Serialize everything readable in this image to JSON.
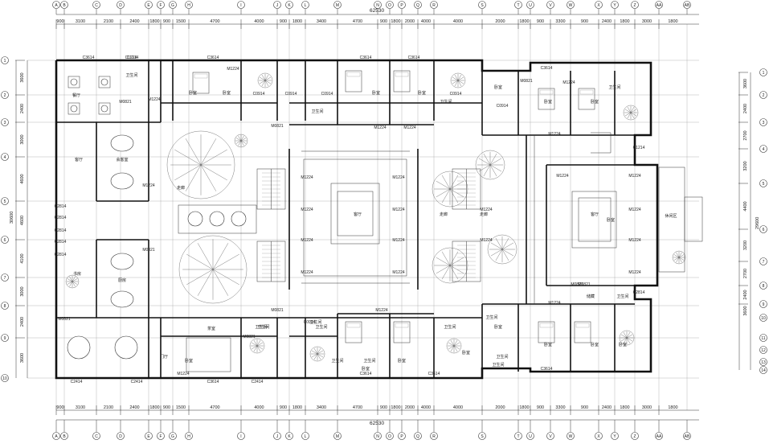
{
  "total_dim": "62530",
  "left_total": "30600",
  "right_total": "29600",
  "dims_top": [
    "900",
    "3100",
    "2100",
    "2400",
    "1800",
    "900",
    "1500",
    "4700",
    "4000",
    "900",
    "1800",
    "3400",
    "4700",
    "900",
    "1800",
    "2000",
    "4000",
    "4000",
    "2000",
    "1800",
    "900",
    "3300",
    "900",
    "2400",
    "1800",
    "3000",
    "1800"
  ],
  "dims_bottom": [
    "900",
    "3100",
    "2100",
    "2400",
    "1800",
    "900",
    "1500",
    "4700",
    "4000",
    "900",
    "1800",
    "3400",
    "4700",
    "900",
    "1800",
    "2000",
    "4000",
    "4000",
    "2000",
    "1800",
    "900",
    "3300",
    "900",
    "2400",
    "1800",
    "3000",
    "1800"
  ],
  "dims_left": [
    "3600",
    "2400",
    "3000",
    "4600",
    "4600",
    "4100",
    "3000",
    "2400",
    "3600"
  ],
  "dims_right": [
    "3600",
    "2400",
    "2700",
    "3200",
    "4400",
    "3200",
    "2700",
    "2400",
    "3600"
  ],
  "grid_top": [
    "A",
    "B",
    "C",
    "D",
    "E",
    "F",
    "G",
    "H",
    "I",
    "J",
    "K",
    "L",
    "M",
    "N",
    "O",
    "P",
    "Q",
    "R",
    "S",
    "T",
    "U",
    "V",
    "W",
    "X",
    "Y",
    "Z",
    "AA",
    "AB"
  ],
  "grid_bottom": [
    "A",
    "B",
    "C",
    "D",
    "E",
    "F",
    "G",
    "H",
    "I",
    "J",
    "K",
    "L",
    "M",
    "N",
    "O",
    "P",
    "Q",
    "R",
    "S",
    "T",
    "U",
    "V",
    "W",
    "X",
    "Y",
    "Z",
    "AA",
    "AB"
  ],
  "grid_left": [
    "1",
    "2",
    "3",
    "4",
    "5",
    "6",
    "7",
    "8",
    "9",
    "10"
  ],
  "grid_right": [
    "1",
    "2",
    "3",
    "4",
    "5",
    "6",
    "7",
    "8",
    "9",
    "10",
    "11",
    "12",
    "13",
    "14"
  ],
  "windows": [
    "C3614",
    "C1214",
    "C3614",
    "C3614",
    "C3614",
    "C3614",
    "C0914",
    "C0914",
    "C0914",
    "C0914",
    "C0914",
    "C0914",
    "C2414",
    "C2414",
    "C3614",
    "C2414",
    "C3614",
    "C3614",
    "C3614",
    "C1214",
    "C1214",
    "C2814",
    "C2814",
    "C2814",
    "C2814",
    "C2814",
    "C2814"
  ],
  "doors": [
    "M0821",
    "M1224",
    "M1224",
    "M0821",
    "M1224",
    "M1224",
    "M1224",
    "M1224",
    "M1224",
    "M1224",
    "M1224",
    "M1224",
    "M1224",
    "M1224",
    "M1224",
    "M1224",
    "M0821",
    "M1224",
    "M1224",
    "M1224",
    "M0821",
    "M1224",
    "M1224",
    "M1224",
    "M1224",
    "M0821",
    "M1224",
    "M1224",
    "M0821",
    "M0821",
    "M1224",
    "M1224",
    "M0821",
    "M0821"
  ],
  "rooms": [
    "卫生间",
    "卧室",
    "卧室",
    "卫生间",
    "卧室",
    "卧室",
    "卫生间",
    "卧室",
    "卧室",
    "卫生间",
    "卧室",
    "餐厅",
    "会客室",
    "客厅",
    "书房",
    "厨房",
    "卫生间",
    "卫生间",
    "卧室",
    "卧室",
    "卫生间",
    "卫生间",
    "卧室",
    "卧室",
    "卫生间",
    "卧室",
    "卧室",
    "客厅",
    "储藏",
    "卫生间",
    "卫生间",
    "卧室",
    "走廊",
    "走廊",
    "客厅",
    "卫生间",
    "门厅",
    "卫生间",
    "卧室",
    "卧室",
    "卫生间",
    "卫生间",
    "走廊",
    "休闲区",
    "茶室"
  ]
}
